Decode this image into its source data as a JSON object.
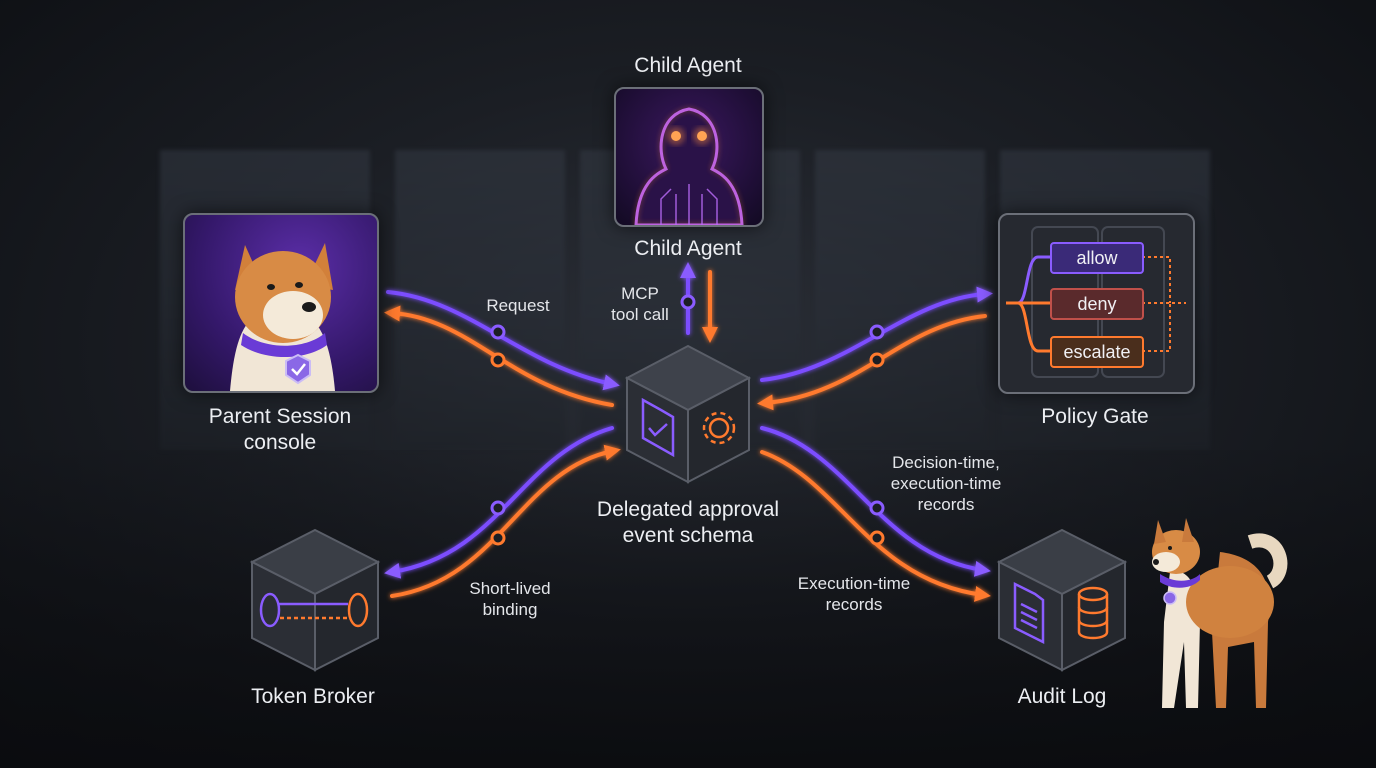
{
  "nodes": {
    "parent": {
      "label_line1": "Parent Session",
      "label_line2": "console"
    },
    "child": {
      "top_label": "Child Agent",
      "bottom_label": "Child Agent"
    },
    "policy": {
      "label": "Policy Gate",
      "options": [
        "allow",
        "deny",
        "escalate"
      ]
    },
    "schema": {
      "label_line1": "Delegated approval",
      "label_line2": "event schema"
    },
    "token": {
      "label": "Token Broker"
    },
    "audit": {
      "label": "Audit Log"
    }
  },
  "edges": {
    "request": "Request",
    "mcp_line1": "MCP",
    "mcp_line2": "tool call",
    "short_lived_line1": "Short-lived",
    "short_lived_line2": "binding",
    "decision_line1": "Decision-time,",
    "decision_line2": "execution-time",
    "decision_line3": "records",
    "execution_line1": "Execution-time",
    "execution_line2": "records"
  },
  "colors": {
    "purple": "#7b4dff",
    "orange": "#ff7a2e",
    "node_border": "#6b6f78"
  }
}
